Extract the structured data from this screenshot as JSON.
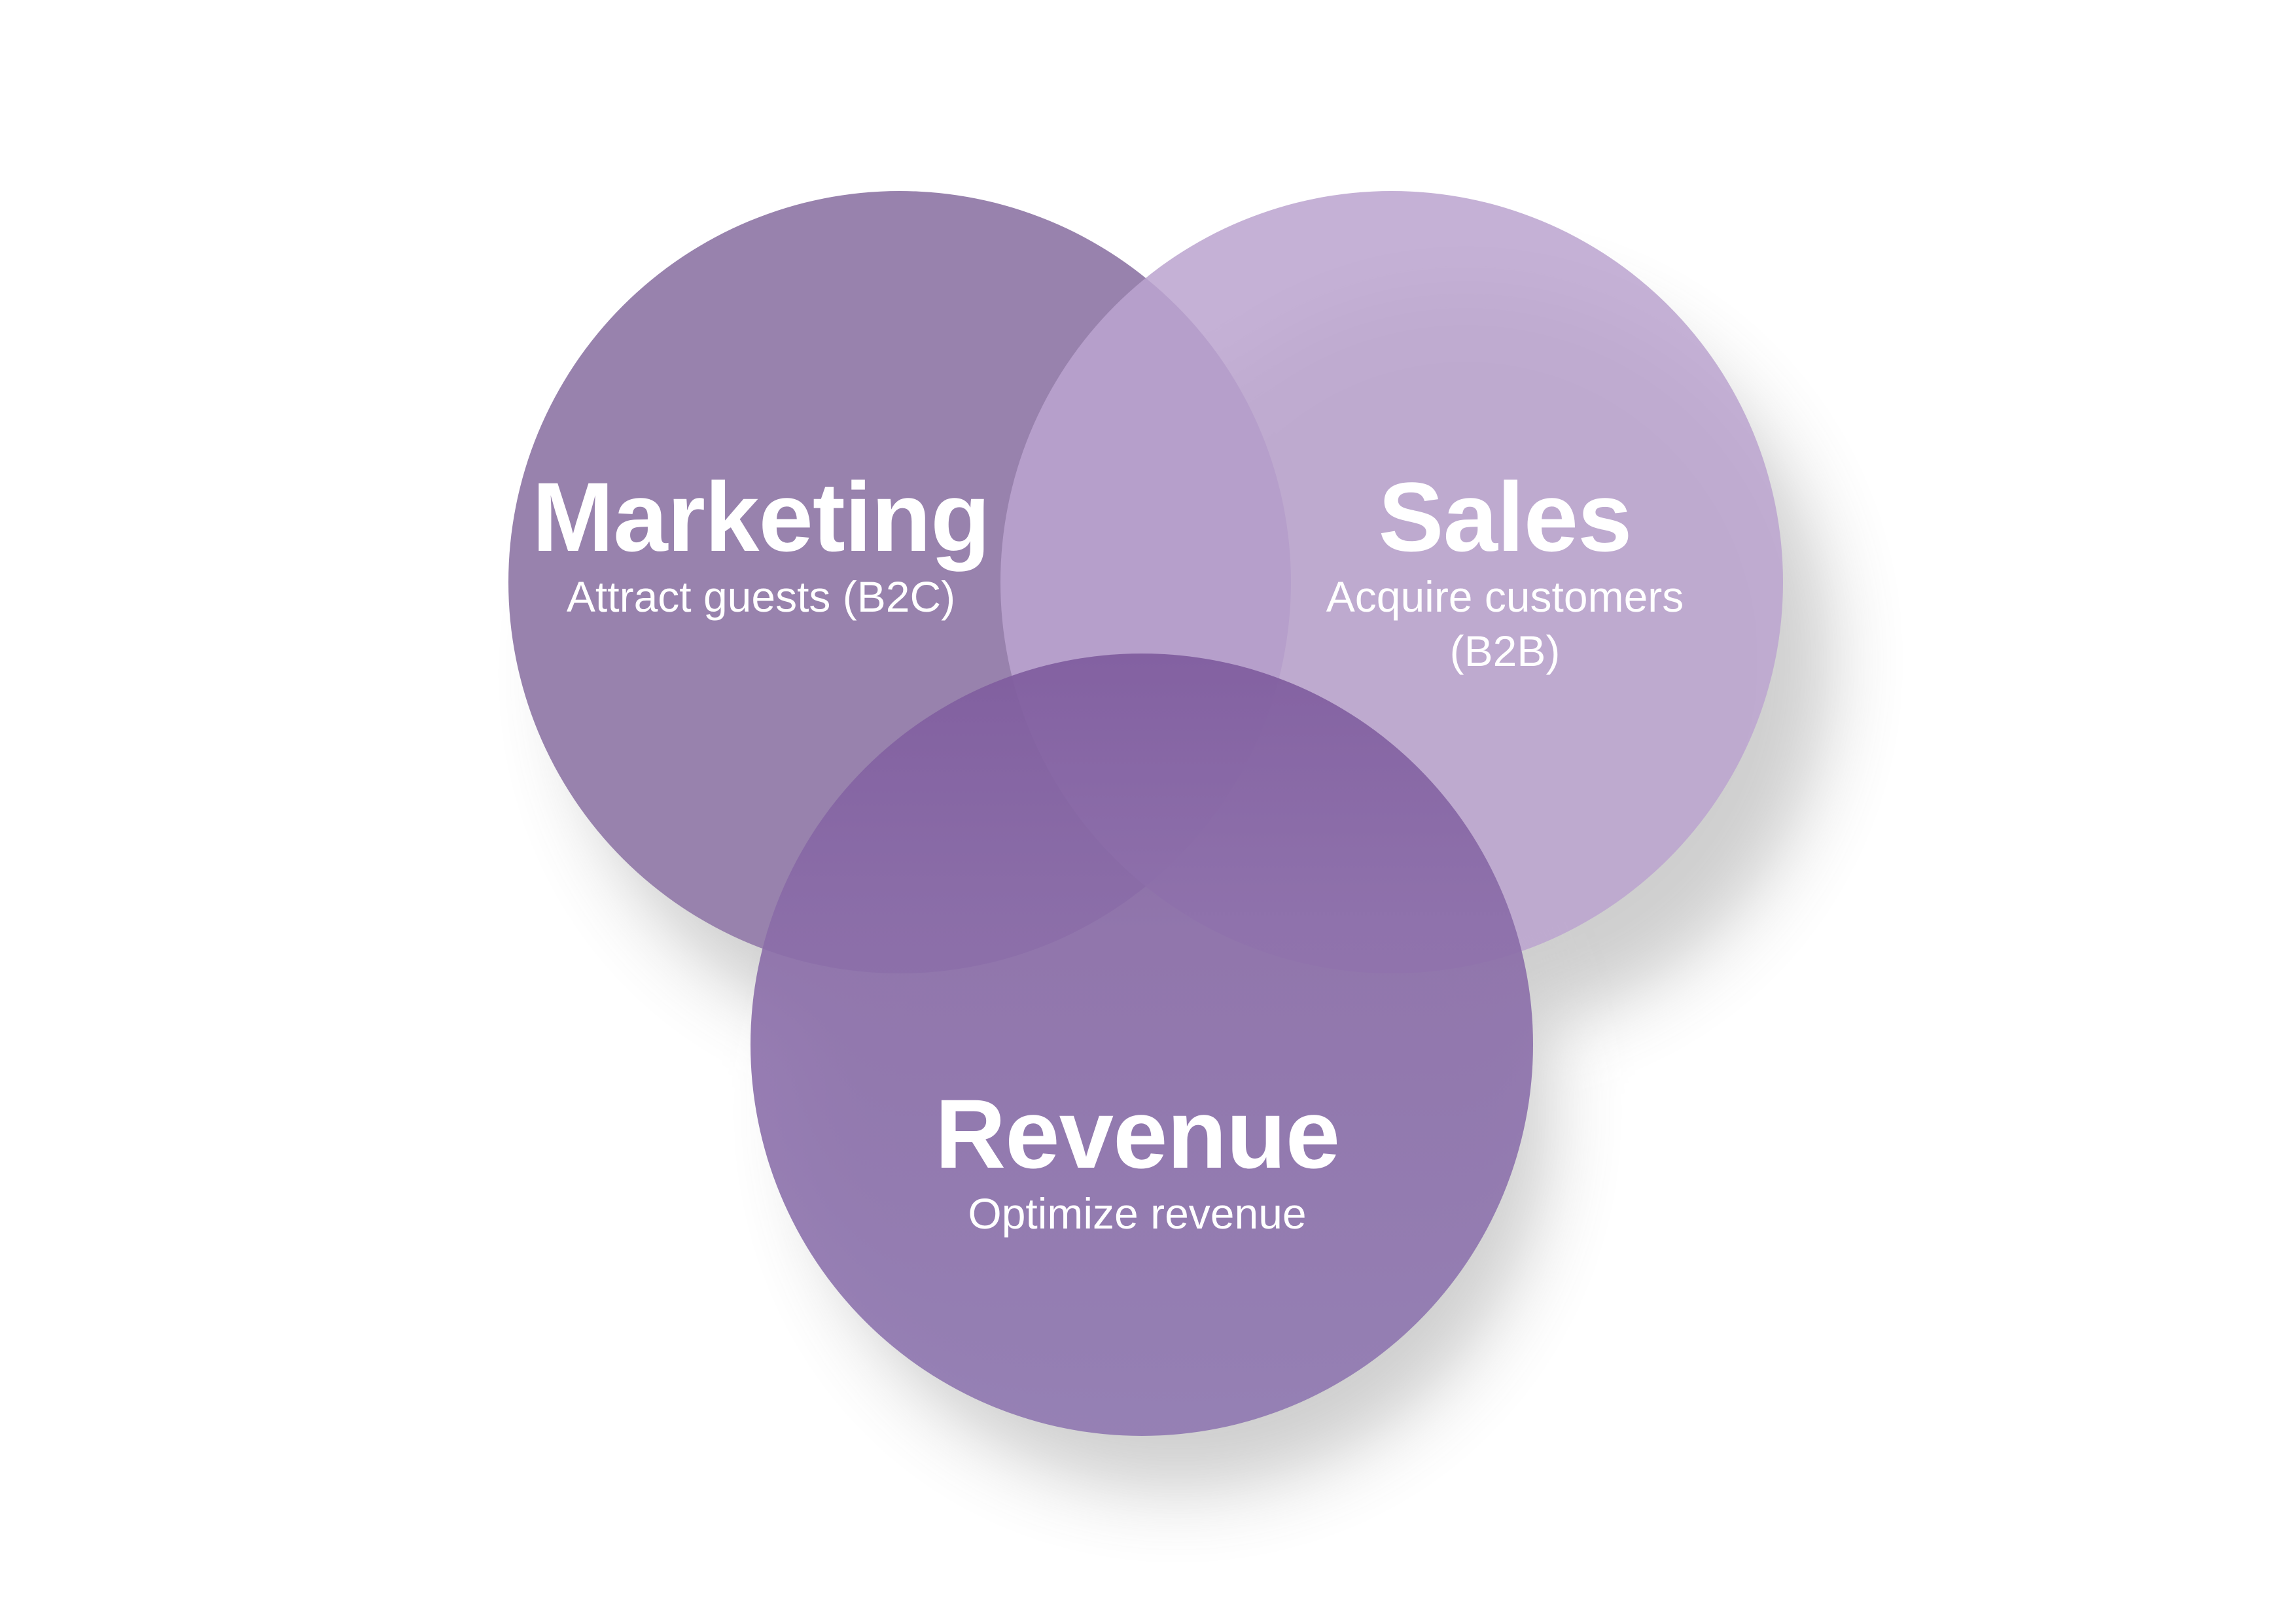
{
  "diagram": {
    "type": "venn",
    "circles": [
      {
        "id": "marketing",
        "title": "Marketing",
        "subtitle": "Attract guests (B2C)",
        "color": "#9882ad"
      },
      {
        "id": "sales",
        "title": "Sales",
        "subtitle": "Acquire customers (B2B)",
        "color": "#bca4cf"
      },
      {
        "id": "revenue",
        "title": "Revenue",
        "subtitle": "Optimize revenue",
        "color": "#8a6ca8"
      }
    ],
    "background": "#ffffff",
    "text_color": "#ffffff"
  }
}
